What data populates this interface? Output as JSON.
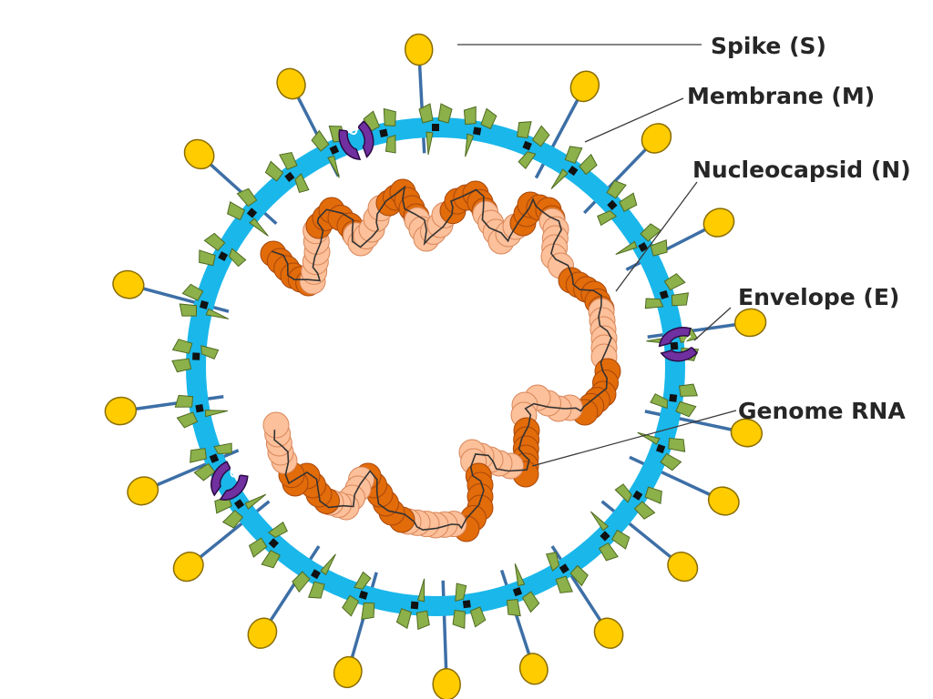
{
  "diagram": {
    "labels": {
      "spike": "Spike (S)",
      "membrane": "Membrane (M)",
      "nucleocapsid": "Nucleocapsid (N)",
      "envelope": "Envelope (E)",
      "genome": "Genome RNA"
    },
    "colors": {
      "envelope_ring": "#1ab7ea",
      "spike_head": "#ffcc00",
      "spike_head_outline": "#8a6d00",
      "spike_stalk": "#3d6fa6",
      "membrane_protein": "#8cb04a",
      "membrane_outline": "#4f6b22",
      "envelope_protein": "#7030a0",
      "nucleocapsid_dark": "#e26b0a",
      "nucleocapsid_light": "#fcc09a",
      "rna_strand": "#333333",
      "label_text": "#262626"
    },
    "icons": [
      "spike-icon",
      "membrane-protein-icon",
      "envelope-protein-icon",
      "nucleocapsid-icon"
    ]
  }
}
